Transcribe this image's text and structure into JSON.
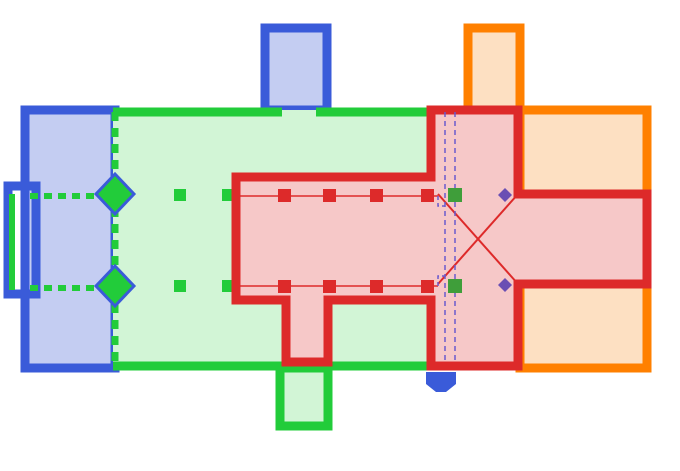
{
  "diagram": {
    "kind": "architectural-floor-plan",
    "phases": [
      {
        "id": "phase-blue",
        "stroke": "#3a5bd9",
        "fill": "#c4cdf2"
      },
      {
        "id": "phase-green",
        "stroke": "#22cc3a",
        "fill": "#d2f5d6"
      },
      {
        "id": "phase-red",
        "stroke": "#dd2a2a",
        "fill": "#f6c8c8"
      },
      {
        "id": "phase-orange",
        "stroke": "#ff8000",
        "fill": "#fde0c2"
      }
    ],
    "dark_green_pier": "#3f9e3a",
    "purple_pier": "#6a4fb3",
    "dashed_line": "#6a5acd",
    "labels": []
  }
}
